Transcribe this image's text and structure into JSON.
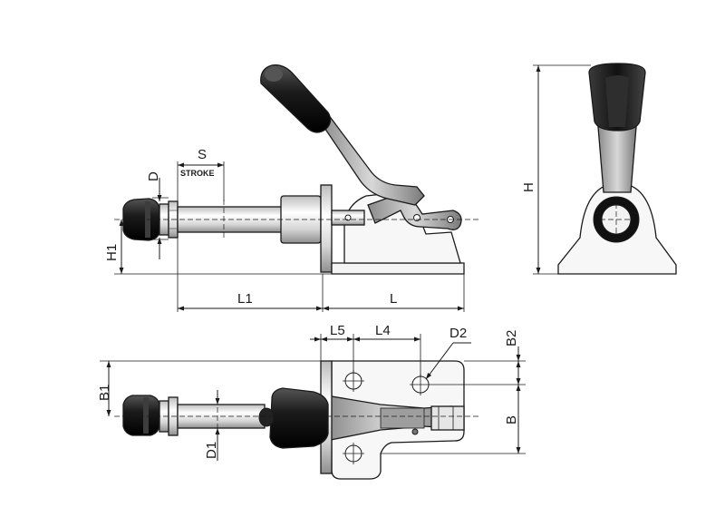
{
  "labels": {
    "s": "S",
    "stroke": "STROKE",
    "d": "D",
    "h1": "H1",
    "l1": "L1",
    "l": "L",
    "h": "H",
    "l5": "L5",
    "l4": "L4",
    "d2": "D2",
    "b2": "B2",
    "b1": "B1",
    "b": "B",
    "d1": "D1"
  },
  "colors": {
    "line": "#1a1a1a",
    "metal_light": "#f2f2f2",
    "metal_mid": "#c9c9c9",
    "metal_dark": "#8a8a8a",
    "rubber": "#222222"
  }
}
